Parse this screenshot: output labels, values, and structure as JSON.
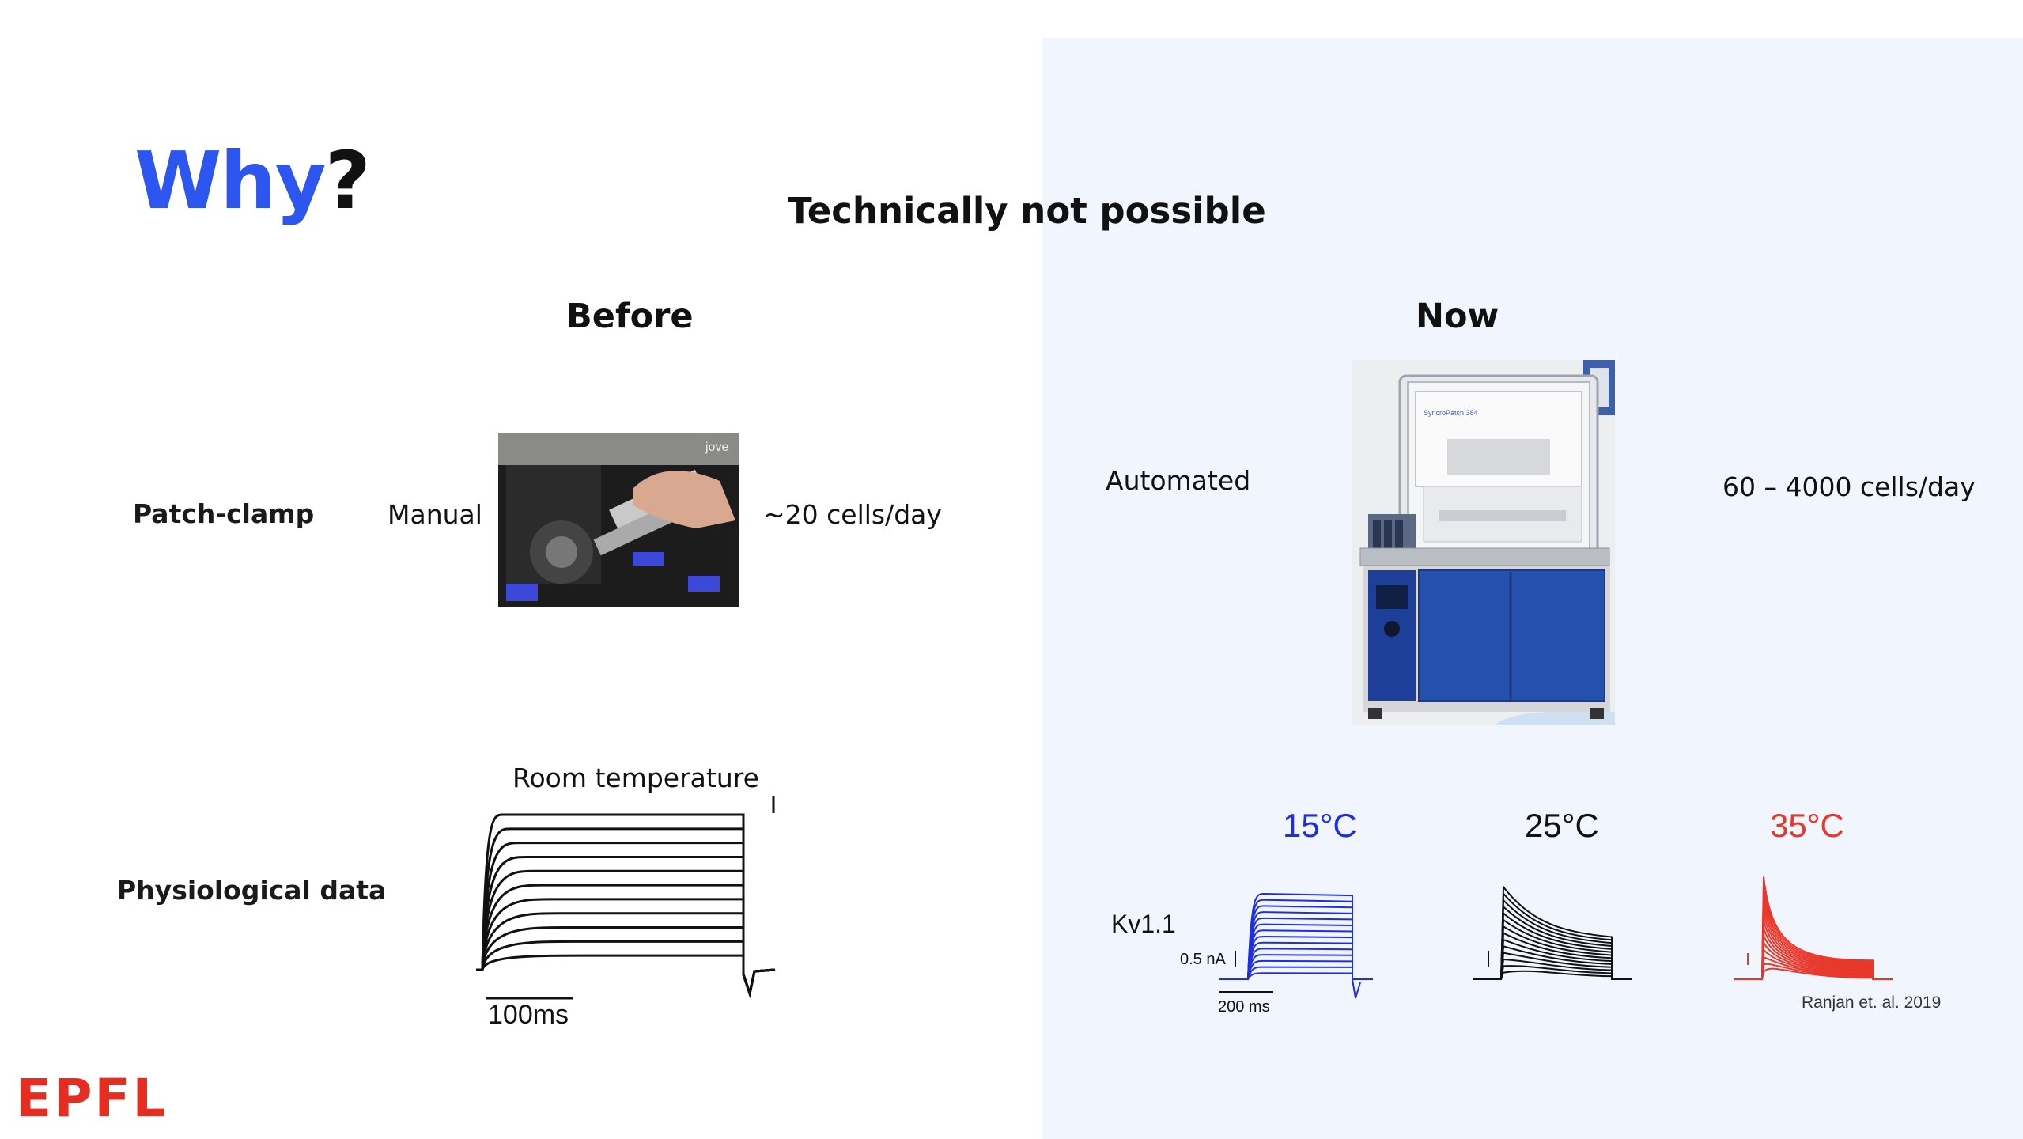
{
  "slide": {
    "title_main": "Why",
    "title_punct": "?",
    "subtitle": "Technically not possible",
    "before_heading": "Before",
    "now_heading": "Now",
    "rows": {
      "patch_clamp": "Patch-clamp",
      "physiological": "Physiological data"
    },
    "before": {
      "method": "Manual",
      "throughput": "~20 cells/day",
      "condition": "Room temperature",
      "scale_label": "100ms",
      "photo_watermark": "jove"
    },
    "now": {
      "method": "Automated",
      "throughput": "60 – 4000 cells/day",
      "channel": "Kv1.1",
      "scale_current": "0.5 nA",
      "scale_time": "200 ms",
      "temps": [
        "15°C",
        "25°C",
        "35°C"
      ],
      "citation": "Ranjan et. al. 2019",
      "machine_label": "SyncroPatch 384"
    },
    "logo": "EPFL"
  },
  "colors": {
    "accent_blue": "#2d55f0",
    "trace_blue": "#1f2fe0",
    "trace_black": "#111111",
    "trace_red": "#e8382b",
    "panel_bg": "#f1f5fd",
    "logo_red": "#e52d22"
  }
}
